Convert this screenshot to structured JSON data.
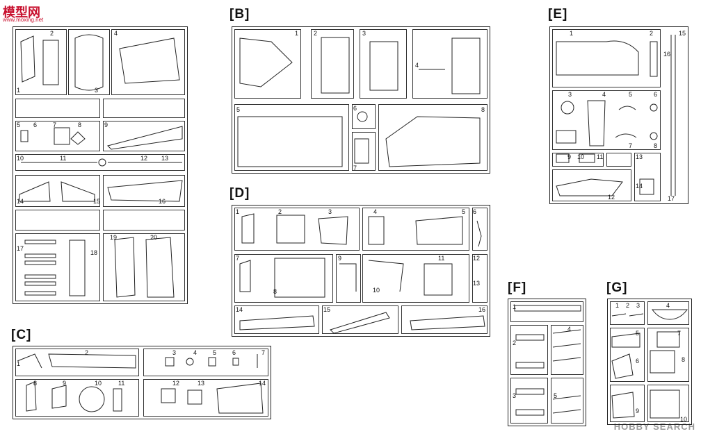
{
  "watermark": {
    "top_logo": "模型网",
    "top_url": "www.moxing.net",
    "bottom_logo": "HOBBY SEARCH"
  },
  "sprue_labels": {
    "B": "[B]",
    "C": "[C]",
    "D": "[D]",
    "E": "[E]",
    "F": "[F]",
    "G": "[G]"
  },
  "parts": {
    "A": [
      "1",
      "2",
      "3",
      "4",
      "5",
      "6",
      "7",
      "8",
      "9",
      "10",
      "11",
      "12",
      "13",
      "14",
      "15",
      "16",
      "17",
      "18",
      "19",
      "20"
    ],
    "B": [
      "1",
      "2",
      "3",
      "4",
      "5",
      "6",
      "7",
      "8"
    ],
    "C": [
      "1",
      "2",
      "3",
      "4",
      "5",
      "6",
      "7",
      "8",
      "9",
      "10",
      "11",
      "12",
      "13",
      "14"
    ],
    "D": [
      "1",
      "2",
      "3",
      "4",
      "5",
      "6",
      "7",
      "8",
      "9",
      "10",
      "11",
      "12",
      "13",
      "14",
      "15",
      "16"
    ],
    "E": [
      "1",
      "2",
      "3",
      "4",
      "5",
      "6",
      "7",
      "8",
      "9",
      "10",
      "11",
      "12",
      "13",
      "14",
      "15",
      "16",
      "17"
    ],
    "F": [
      "1",
      "2",
      "3",
      "4",
      "5"
    ],
    "G": [
      "1",
      "2",
      "3",
      "4",
      "5",
      "6",
      "7",
      "8",
      "9",
      "10"
    ]
  }
}
